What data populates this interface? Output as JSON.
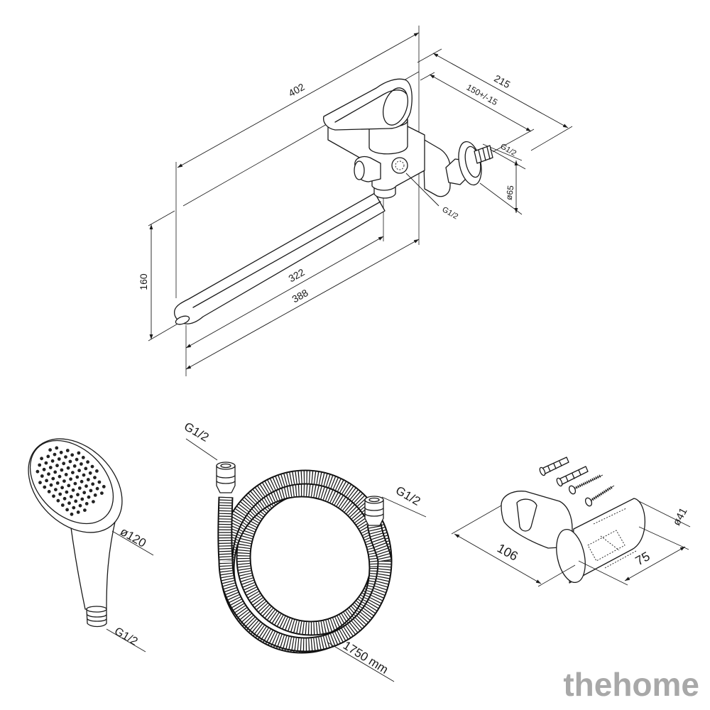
{
  "faucet": {
    "dim_402": "402",
    "dim_215": "215",
    "dim_150": "150+/-15",
    "thread_outlet_label": "G1/2",
    "diameter_label": "ø65",
    "thread_inlet_label": "G1/2",
    "dim_160": "160",
    "dim_322": "322",
    "dim_388": "388"
  },
  "hand_shower": {
    "diameter_label": "ø120",
    "thread_label": "G1/2"
  },
  "hose": {
    "thread_left_label": "G1/2",
    "thread_right_label": "G1/2",
    "length_label": "1750 mm"
  },
  "wall_bracket": {
    "diameter_label": "ø41",
    "dim_106": "106",
    "dim_75": "75"
  },
  "watermark": {
    "text": "thehome"
  }
}
